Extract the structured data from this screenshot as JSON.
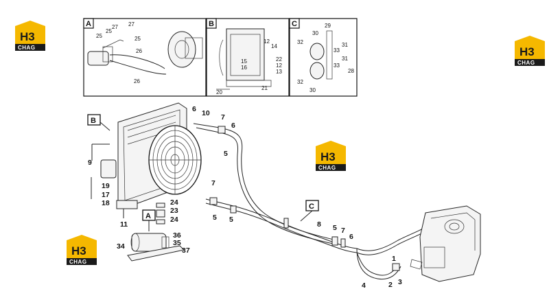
{
  "logo": {
    "brand_top": "H3",
    "brand_bottom": "CHAG",
    "color_yellow": "#f5b800",
    "color_dark": "#1a1a1a"
  },
  "detail_boxes": [
    {
      "id": "A",
      "labels": [
        "25",
        "27",
        "25",
        "27",
        "25",
        "26",
        "26"
      ]
    },
    {
      "id": "B",
      "labels": [
        "12",
        "14",
        "22",
        "12",
        "13",
        "15",
        "16",
        "21",
        "20"
      ]
    },
    {
      "id": "C",
      "labels": [
        "29",
        "30",
        "32",
        "31",
        "33",
        "31",
        "33",
        "28",
        "32",
        "30"
      ]
    }
  ],
  "callouts": {
    "B": "B",
    "A": "A",
    "C": "C"
  },
  "part_labels": [
    "6",
    "10",
    "7",
    "6",
    "5",
    "9",
    "19",
    "17",
    "18",
    "11",
    "24",
    "23",
    "24",
    "7",
    "5",
    "5",
    "8",
    "5",
    "7",
    "6",
    "36",
    "35",
    "34",
    "37",
    "1",
    "2",
    "3",
    "4"
  ]
}
